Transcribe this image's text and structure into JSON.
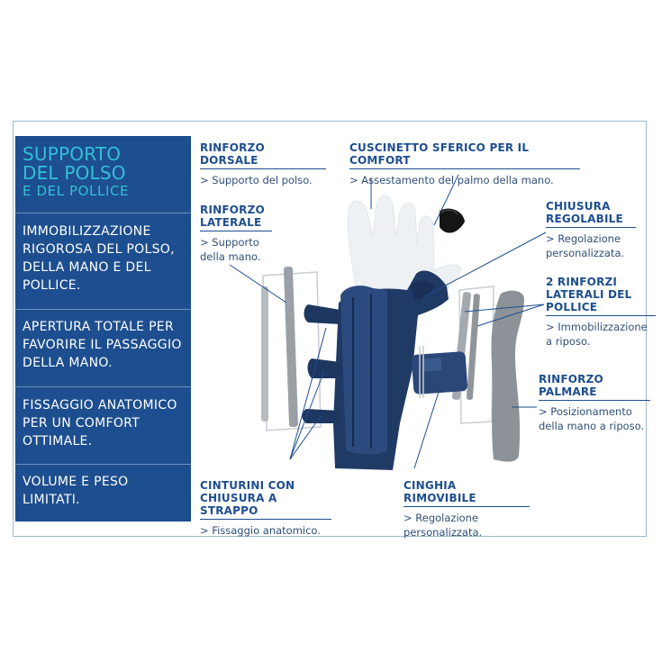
{
  "colors": {
    "brand_blue": "#1d4e8f",
    "title_cyan": "#33c0d6",
    "text_white": "#ffffff",
    "desc_text": "#2f4f78"
  },
  "panel": {
    "title_line1": "SUPPORTO",
    "title_line2": "DEL POLSO",
    "title_line3": "E DEL POLLICE",
    "features": [
      "IMMOBILIZZAZIONE RIGOROSA DEL POLSO, DELLA MANO E DEL POLLICE.",
      "APERTURA TOTALE PER FAVORIRE IL PASSAGGIO DELLA MANO.",
      "FISSAGGIO ANATOMICO PER UN COMFORT OTTIMALE.",
      "VOLUME E PESO LIMITATI."
    ]
  },
  "callouts": {
    "rinforzo_dorsale": {
      "title": "RINFORZO DORSALE",
      "desc": "> Supporto del polso."
    },
    "cuscinetto": {
      "title": "CUSCINETTO SFERICO PER IL COMFORT",
      "desc": "> Assestamento del palmo della mano."
    },
    "rinforzo_laterale": {
      "title": "RINFORZO LATERALE",
      "desc": "> Supporto della mano."
    },
    "chiusura": {
      "title": "CHIUSURA REGOLABILE",
      "desc": "> Regolazione personalizzata."
    },
    "rinforzi_pollice": {
      "title": "2 RINFORZI LATERALI DEL POLLICE",
      "desc": "> Immobilizzazione a riposo."
    },
    "rinforzo_palmare": {
      "title": "RINFORZO PALMARE",
      "desc": "> Posizionamento della mano a riposo."
    },
    "cinturini": {
      "title": "CINTURINI CON CHIUSURA A STRAPPO",
      "desc": "> Fissaggio anatomico."
    },
    "cinghia": {
      "title": "CINGHIA RIMOVIBILE",
      "desc": "> Regolazione personalizzata."
    }
  }
}
